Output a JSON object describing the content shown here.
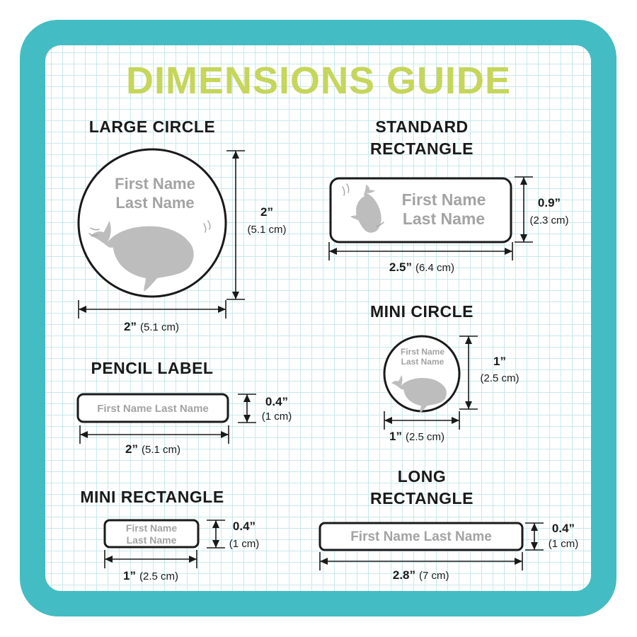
{
  "title": "DIMENSIONS GUIDE",
  "placeholder": {
    "first": "First Name",
    "last": "Last Name",
    "full": "First Name Last Name"
  },
  "labels": [
    {
      "id": "large_circle",
      "title_lines": [
        "LARGE CIRCLE"
      ],
      "width": {
        "primary": "2”",
        "secondary": "(5.1 cm)"
      },
      "height": {
        "primary": "2”",
        "secondary": "(5.1 cm)"
      }
    },
    {
      "id": "standard_rectangle",
      "title_lines": [
        "STANDARD",
        "RECTANGLE"
      ],
      "width": {
        "primary": "2.5”",
        "secondary": "(6.4 cm)"
      },
      "height": {
        "primary": "0.9”",
        "secondary": "(2.3 cm)"
      }
    },
    {
      "id": "pencil_label",
      "title_lines": [
        "PENCIL LABEL"
      ],
      "width": {
        "primary": "2”",
        "secondary": "(5.1 cm)"
      },
      "height": {
        "primary": "0.4”",
        "secondary": "(1 cm)"
      }
    },
    {
      "id": "mini_circle",
      "title_lines": [
        "MINI CIRCLE"
      ],
      "width": {
        "primary": "1”",
        "secondary": "(2.5 cm)"
      },
      "height": {
        "primary": "1”",
        "secondary": "(2.5 cm)"
      }
    },
    {
      "id": "mini_rectangle",
      "title_lines": [
        "MINI RECTANGLE"
      ],
      "width": {
        "primary": "1”",
        "secondary": "(2.5 cm)"
      },
      "height": {
        "primary": "0.4”",
        "secondary": "(1 cm)"
      }
    },
    {
      "id": "long_rectangle",
      "title_lines": [
        "LONG",
        "RECTANGLE"
      ],
      "width": {
        "primary": "2.8”",
        "secondary": "(7 cm)"
      },
      "height": {
        "primary": "0.4”",
        "secondary": "(1 cm)"
      }
    }
  ],
  "colors": {
    "frame": "#44bcc3",
    "title": "#c5d65a",
    "grid": "#c9e8ea",
    "placeholder_text": "#a3a3a3",
    "whale": "#bdbdbd"
  },
  "icons": [
    "whale-icon"
  ]
}
